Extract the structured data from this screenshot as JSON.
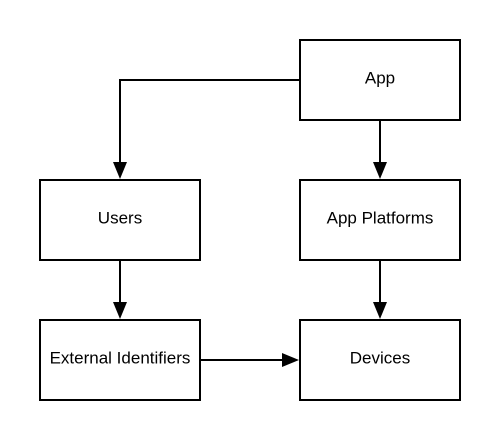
{
  "diagram": {
    "nodes": [
      {
        "id": "app",
        "label": "App"
      },
      {
        "id": "users",
        "label": "Users"
      },
      {
        "id": "app_platforms",
        "label": "App Platforms"
      },
      {
        "id": "external_identifiers",
        "label": "External Identifiers"
      },
      {
        "id": "devices",
        "label": "Devices"
      }
    ],
    "edges": [
      {
        "from": "app",
        "to": "users"
      },
      {
        "from": "app",
        "to": "app_platforms"
      },
      {
        "from": "users",
        "to": "external_identifiers"
      },
      {
        "from": "app_platforms",
        "to": "devices"
      },
      {
        "from": "external_identifiers",
        "to": "devices"
      }
    ]
  }
}
